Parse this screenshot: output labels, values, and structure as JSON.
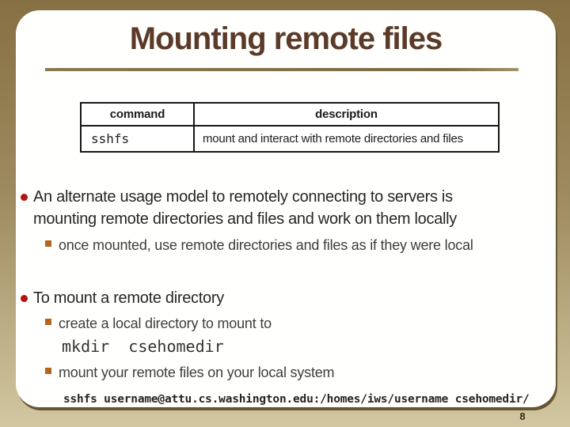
{
  "slide": {
    "title": "Mounting remote files",
    "page_number": "8",
    "table": {
      "header_command": "command",
      "header_description": "description",
      "row_command": "sshfs",
      "row_description": "mount and interact with remote directories and files"
    },
    "bullet1": {
      "lines": [
        "An alternate usage model to remotely connecting to servers is",
        "mounting remote directories and files and work on them locally"
      ]
    },
    "sub1": "once mounted, use remote directories and files as if they were local",
    "bullet2": "To mount a remote directory",
    "sub2": "create a local directory to mount to",
    "code1": "mkdir  csehomedir",
    "sub3": "mount your remote files on your local system",
    "code2": "sshfs username@attu.cs.washington.edu:/homes/iws/username csehomedir/",
    "colors": {
      "title_text": "#5b3a28",
      "accent_rule": "#7c6b46",
      "bullet_dot": "#b21414",
      "sub_bullet_square": "#b5641c",
      "frame_top": "#877043",
      "frame_bottom": "#d2c7a1",
      "slide_edge_shadow": "#675732"
    }
  }
}
